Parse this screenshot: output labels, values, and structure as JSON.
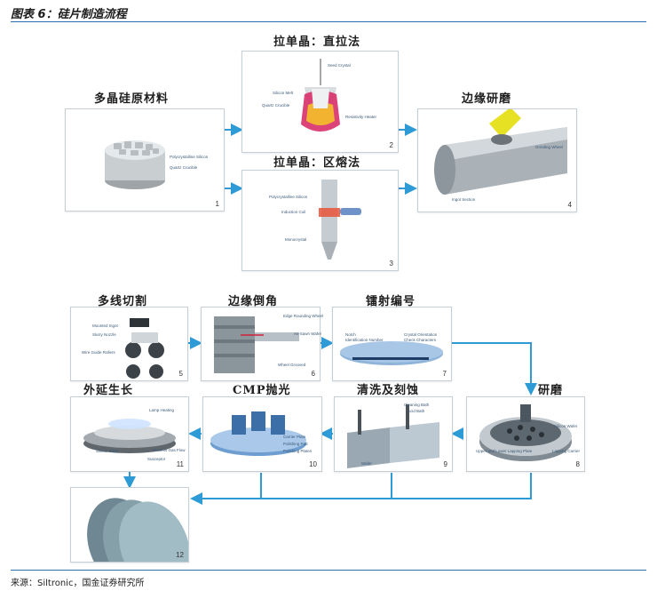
{
  "figure_title": "图表 6：硅片制造流程",
  "source": "来源：Siltronic，国金证券研究所",
  "colors": {
    "arrow": "#2f9bd6",
    "rule": "#2a6fb0"
  },
  "steps": [
    {
      "number": "1",
      "label": "多晶硅原材料",
      "annotations": [
        "Polycrystalline Silicon",
        "Quartz Crucible"
      ]
    },
    {
      "number": "2",
      "label": "拉单晶：直拉法",
      "annotations": [
        "Seed Crystal",
        "Silicon Melt",
        "Quartz Crucible",
        "Resistivity Heater"
      ]
    },
    {
      "number": "3",
      "label": "拉单晶：区熔法",
      "annotations": [
        "Polycrystalline Silicon",
        "Induction Coil",
        "Monocrystal"
      ]
    },
    {
      "number": "4",
      "label": "边缘研磨",
      "annotations": [
        "Grinding Wheel",
        "Ingot Section"
      ]
    },
    {
      "number": "5",
      "label": "多线切割",
      "annotations": [
        "Mounted Ingot",
        "Slurry Nozzle",
        "Wire Guide Rollers"
      ]
    },
    {
      "number": "6",
      "label": "边缘倒角",
      "annotations": [
        "Edge Rounding Wheel",
        "As-Sawn Wafer",
        "Wheel Grooved"
      ]
    },
    {
      "number": "7",
      "label": "镭射编号",
      "annotations": [
        "Notch",
        "Crystal Orientation",
        "Identification Number",
        "Check Characters"
      ]
    },
    {
      "number": "8",
      "label": "研磨",
      "annotations": [
        "Silicon Wafer",
        "Upper and Lower Lapping Plate",
        "Lapping Carrier"
      ]
    },
    {
      "number": "9",
      "label": "清洗及刻蚀",
      "annotations": [
        "Cleaning Bath",
        "Acid Bath",
        "Wafer"
      ]
    },
    {
      "number": "10",
      "label": "CMP抛光",
      "annotations": [
        "Carrier Plate",
        "Polishing Pad",
        "Polishing Platen"
      ]
    },
    {
      "number": "11",
      "label": "外延生长",
      "annotations": [
        "Lamp Heating",
        "Silicon Wafer",
        "Process Gas Flow",
        "Susceptor"
      ]
    },
    {
      "number": "12",
      "label": "",
      "annotations": []
    }
  ]
}
